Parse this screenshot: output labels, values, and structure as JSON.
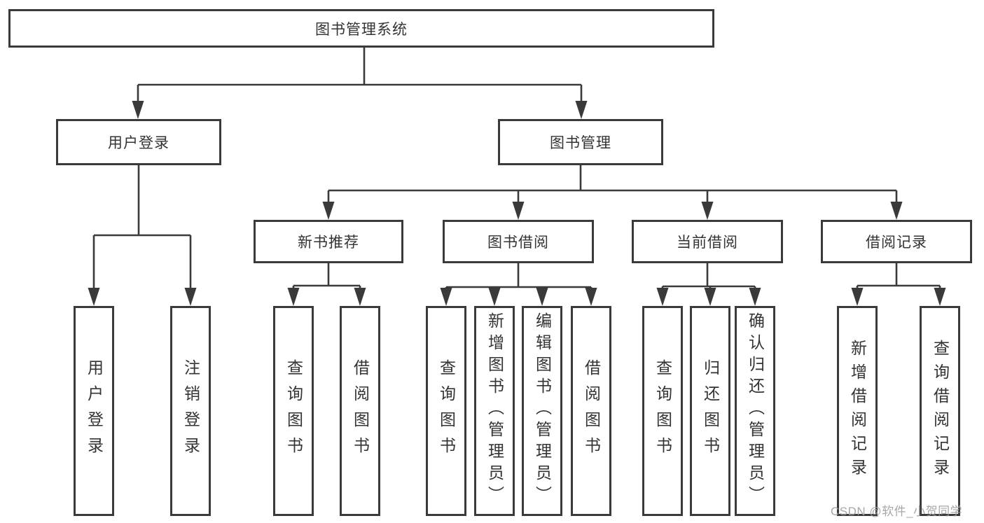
{
  "title": "图书管理系统",
  "watermark": "CSDN @软件_小贺同学",
  "colors": {
    "line": "#3a3a3a",
    "box_border": "#3a3a3a",
    "box_fill": "#ffffff",
    "text": "#333333",
    "background": "#ffffff",
    "watermark": "#9e9e9e"
  },
  "tree": {
    "root": "图书管理系统",
    "children": [
      {
        "label": "用户登录",
        "children": [
          "用户登录",
          "注销登录"
        ]
      },
      {
        "label": "图书管理",
        "children": [
          {
            "label": "新书推荐",
            "children": [
              "查询图书",
              "借阅图书"
            ]
          },
          {
            "label": "图书借阅",
            "children": [
              "查询图书",
              "新增图书（管理员）",
              "编辑图书（管理员）",
              "借阅图书"
            ]
          },
          {
            "label": "当前借阅",
            "children": [
              "查询图书",
              "归还图书",
              "确认归还（管理员）"
            ]
          },
          {
            "label": "借阅记录",
            "children": [
              "新增借阅记录",
              "查询借阅记录"
            ]
          }
        ]
      }
    ]
  }
}
